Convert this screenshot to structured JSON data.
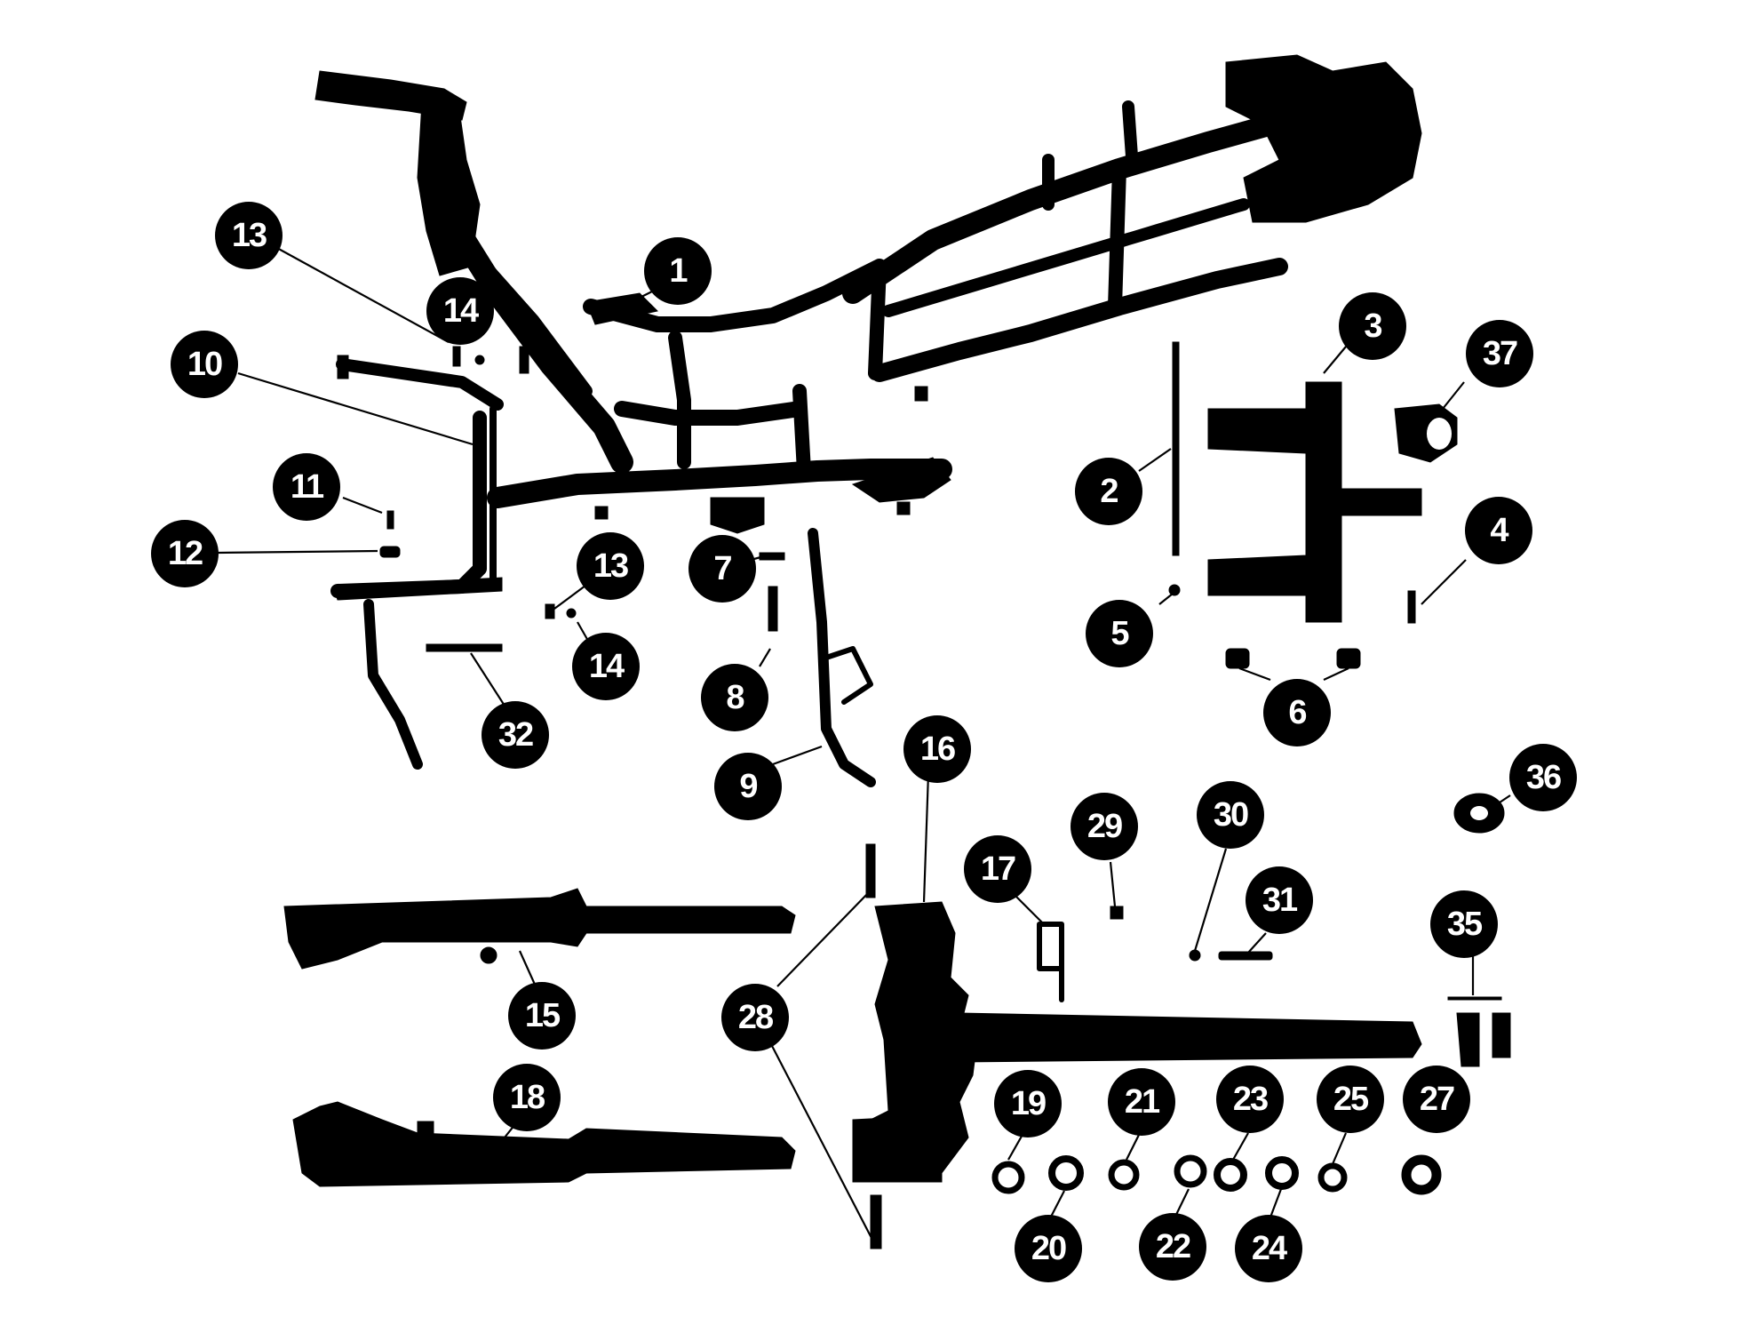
{
  "callouts": {
    "c1": "1",
    "c2": "2",
    "c3": "3",
    "c4": "4",
    "c5": "5",
    "c6": "6",
    "c7": "7",
    "c8": "8",
    "c9": "9",
    "c10": "10",
    "c11": "11",
    "c12": "12",
    "c13a": "13",
    "c13b": "13",
    "c14a": "14",
    "c14b": "14",
    "c15": "15",
    "c16": "16",
    "c17": "17",
    "c18": "18",
    "c19": "19",
    "c20": "20",
    "c21": "21",
    "c22": "22",
    "c23": "23",
    "c24": "24",
    "c25": "25",
    "c27": "27",
    "c28": "28",
    "c29": "29",
    "c30": "30",
    "c31": "31",
    "c32": "32",
    "c35": "35",
    "c36": "36",
    "c37": "37"
  },
  "colors": {
    "ink": "#000000",
    "background": "#ffffff",
    "label_text": "#ffffff"
  }
}
